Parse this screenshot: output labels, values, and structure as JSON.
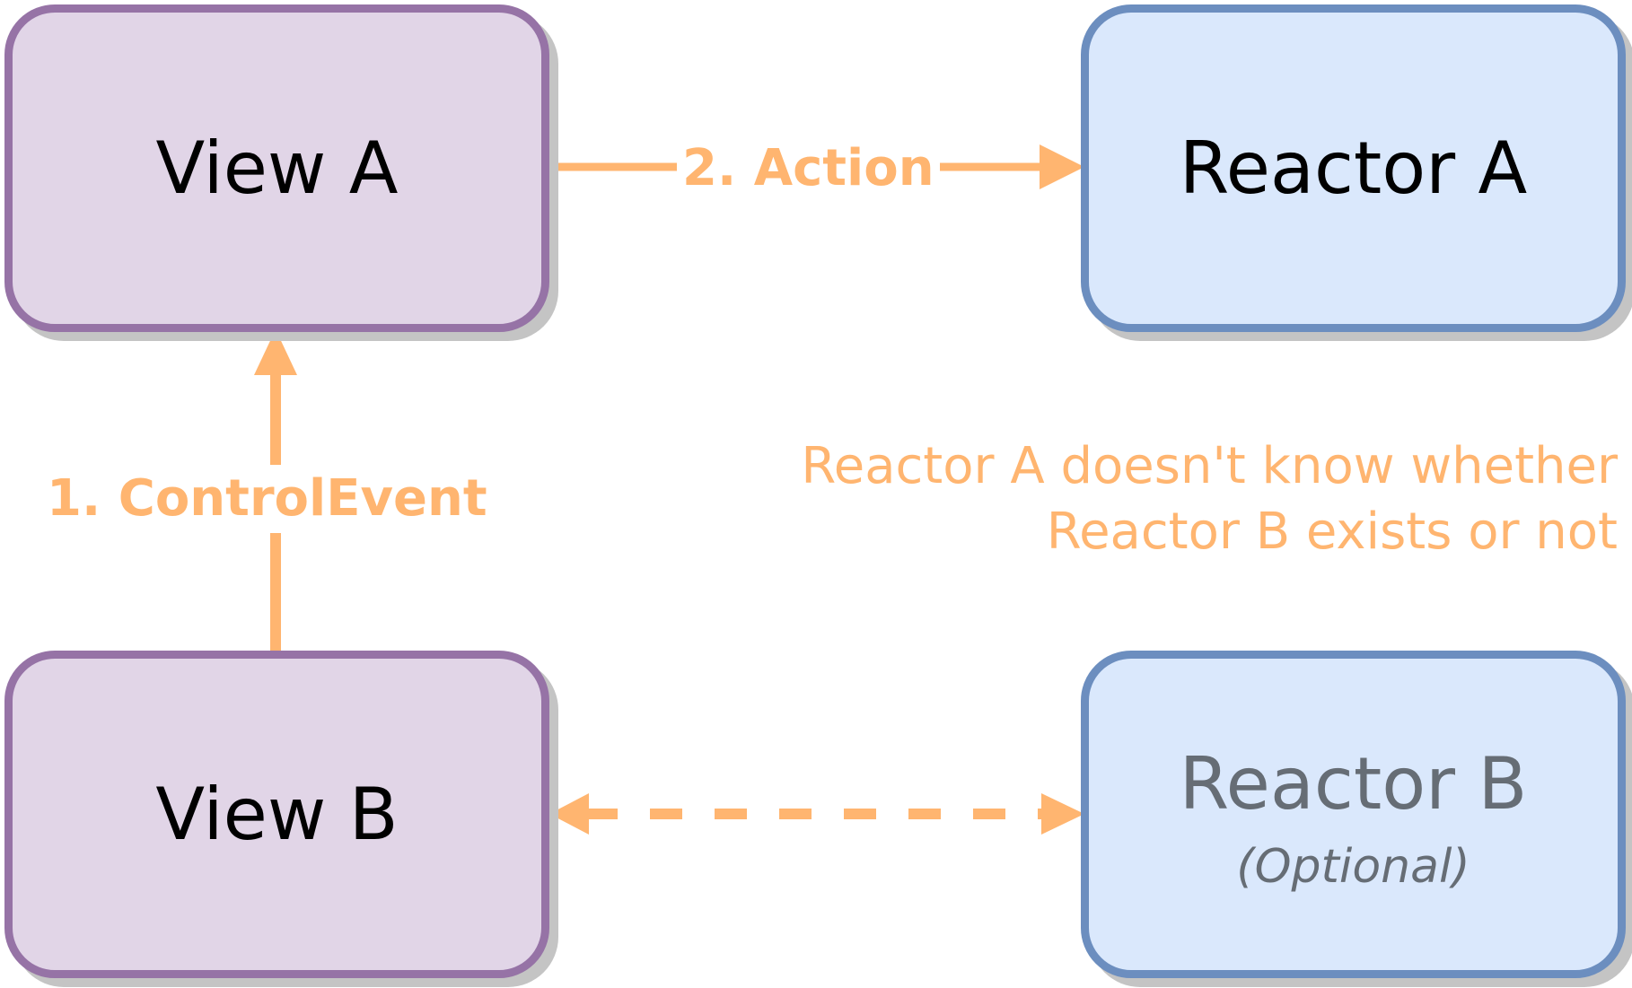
{
  "nodes": {
    "view_a": {
      "label": "View A"
    },
    "reactor_a": {
      "label": "Reactor A"
    },
    "view_b": {
      "label": "View B"
    },
    "reactor_b": {
      "label": "Reactor B",
      "sublabel": "(Optional)"
    }
  },
  "edges": {
    "control_event": {
      "label": "1. ControlEvent",
      "from": "View B",
      "to": "View A"
    },
    "action": {
      "label": "2. Action",
      "from": "View A",
      "to": "Reactor A"
    },
    "optional_link": {
      "label": "",
      "from": "View B",
      "to": "Reactor B",
      "style": "dashed-bidirectional"
    }
  },
  "note": {
    "line1": "Reactor A doesn't know whether",
    "line2": "Reactor B exists or not"
  },
  "colors": {
    "view_fill": "#e1d5e7",
    "view_stroke": "#9673a6",
    "reactor_fill": "#dae8fc",
    "reactor_stroke": "#6c8ebf",
    "edge": "#ffb570",
    "muted_text": "#666d75"
  }
}
